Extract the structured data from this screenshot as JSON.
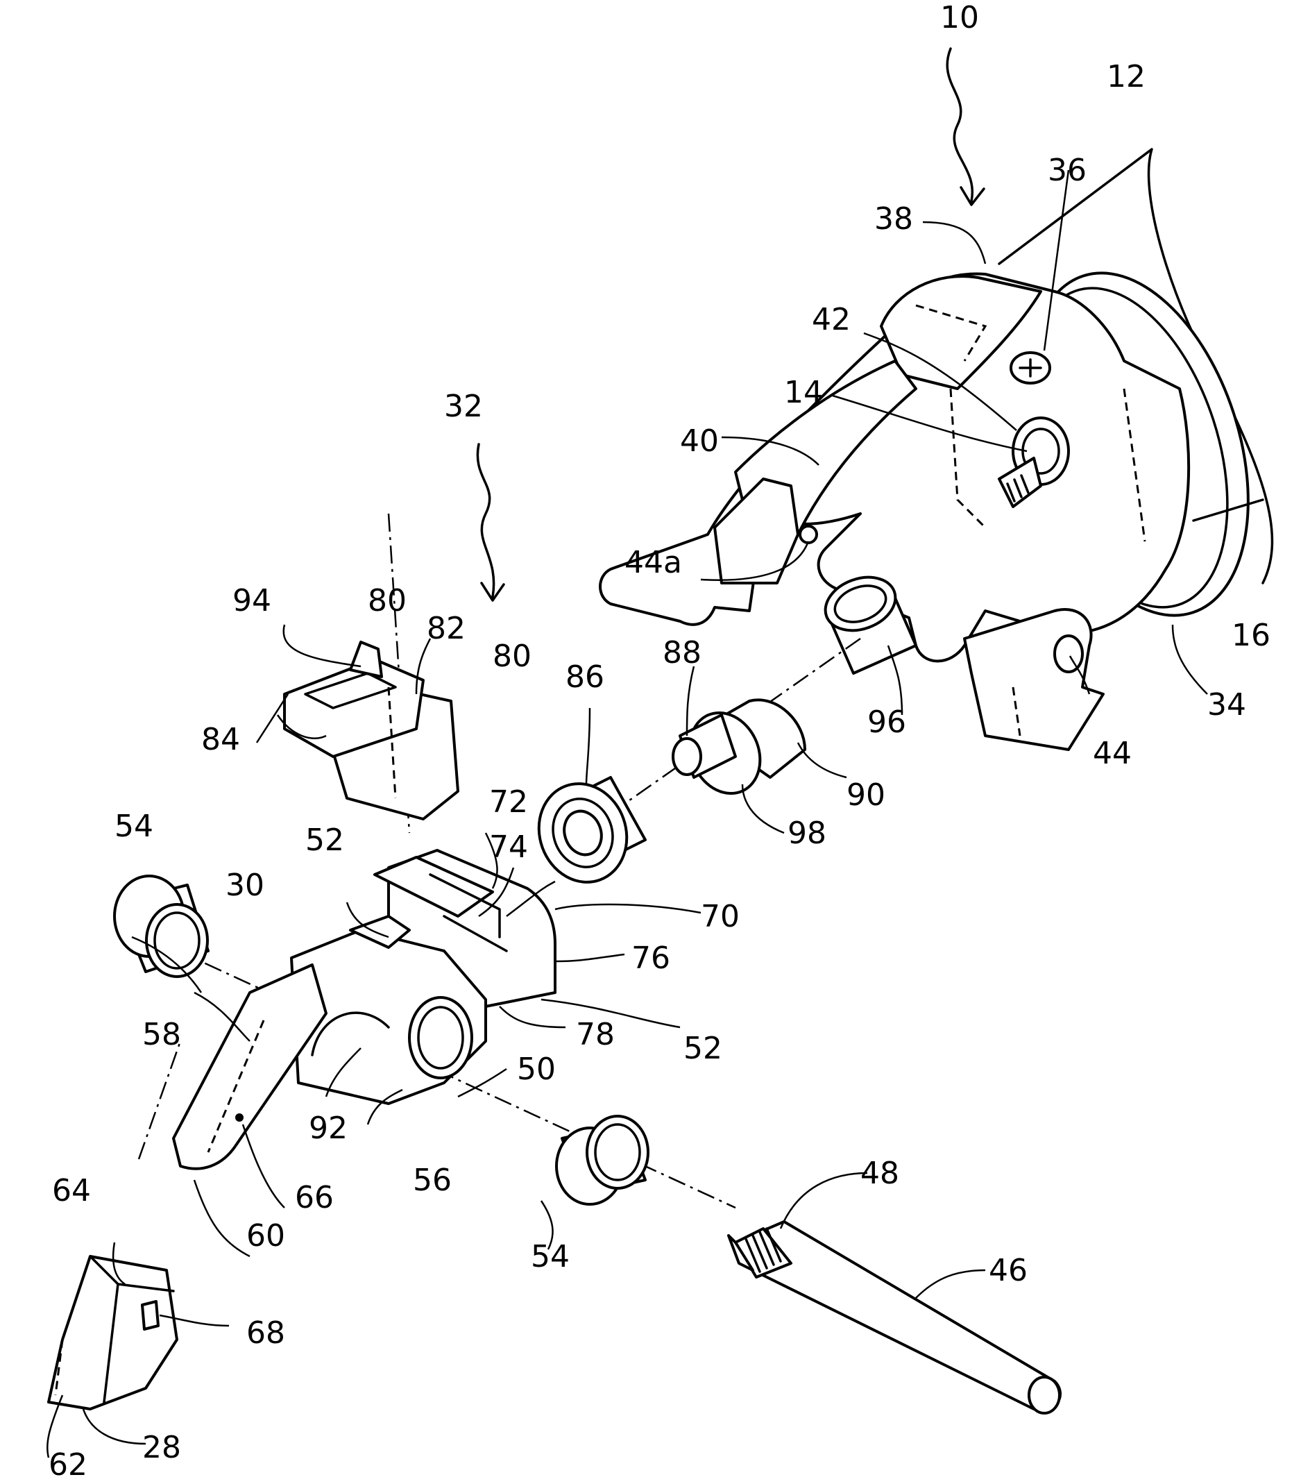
{
  "figure": {
    "callouts": [
      "10",
      "12",
      "14",
      "16",
      "28",
      "30",
      "32",
      "34",
      "36",
      "38",
      "40",
      "42",
      "44",
      "44a",
      "46",
      "48",
      "50",
      "52",
      "52",
      "54",
      "54",
      "56",
      "58",
      "60",
      "62",
      "64",
      "66",
      "68",
      "70",
      "72",
      "74",
      "76",
      "78",
      "80",
      "80",
      "82",
      "84",
      "86",
      "88",
      "90",
      "92",
      "94",
      "96",
      "98"
    ]
  }
}
